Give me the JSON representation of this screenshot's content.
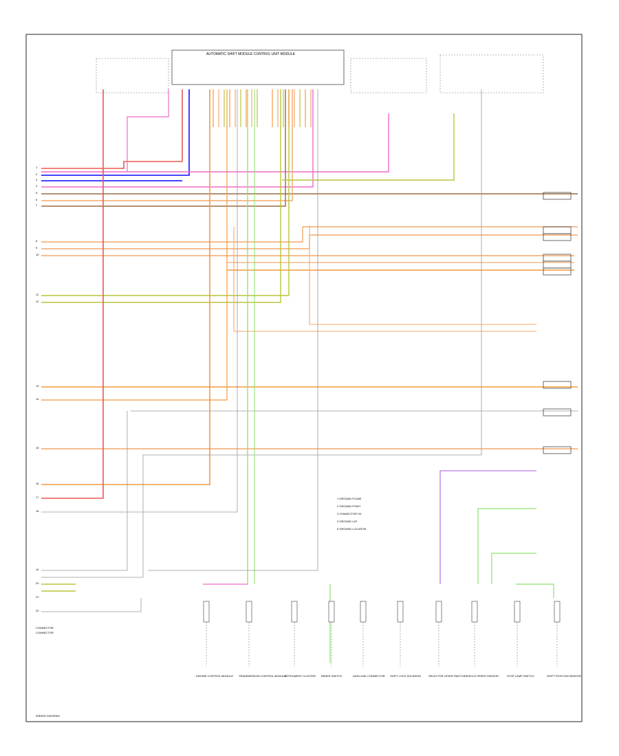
{
  "module": {
    "title": "AUTOMATIC SHIFT MODULE CONTROL UNIT MODULE"
  },
  "page_label": "WIRING DIAGRAM",
  "ground_legend": {
    "items": [
      "1  GROUND PLANE",
      "2  GROUND POINT",
      "3  CONNECTOR G3",
      "4  GROUND LAT",
      "5  GROUND LOCATION"
    ]
  },
  "footer": {
    "left": "CONNECTOR",
    "left2": "CONNECTOR"
  },
  "colors": {
    "red": "#e8584f",
    "pink": "#f06ac8",
    "blue": "#2a2aff",
    "orange": "#f39a3a",
    "salmon": "#f4a76a",
    "olive": "#b8c438",
    "green": "#8ee06a",
    "purple": "#b05ae6",
    "brown": "#9a6a40",
    "gray": "#999999"
  },
  "components": [
    "ENGINE CONTROL MODULE",
    "TRANSMISSION CONTROL MODULE",
    "INSTRUMENT CLUSTER",
    "BRAKE SWITCH",
    "DATA LINK CONNECTOR",
    "SHIFT LOCK SOLENOID",
    "SELECTOR LEVER SWITCH",
    "VEHICLE SPEED SENSOR",
    "STOP LAMP SWITCH",
    "SHIFT POSITION SENSOR"
  ]
}
